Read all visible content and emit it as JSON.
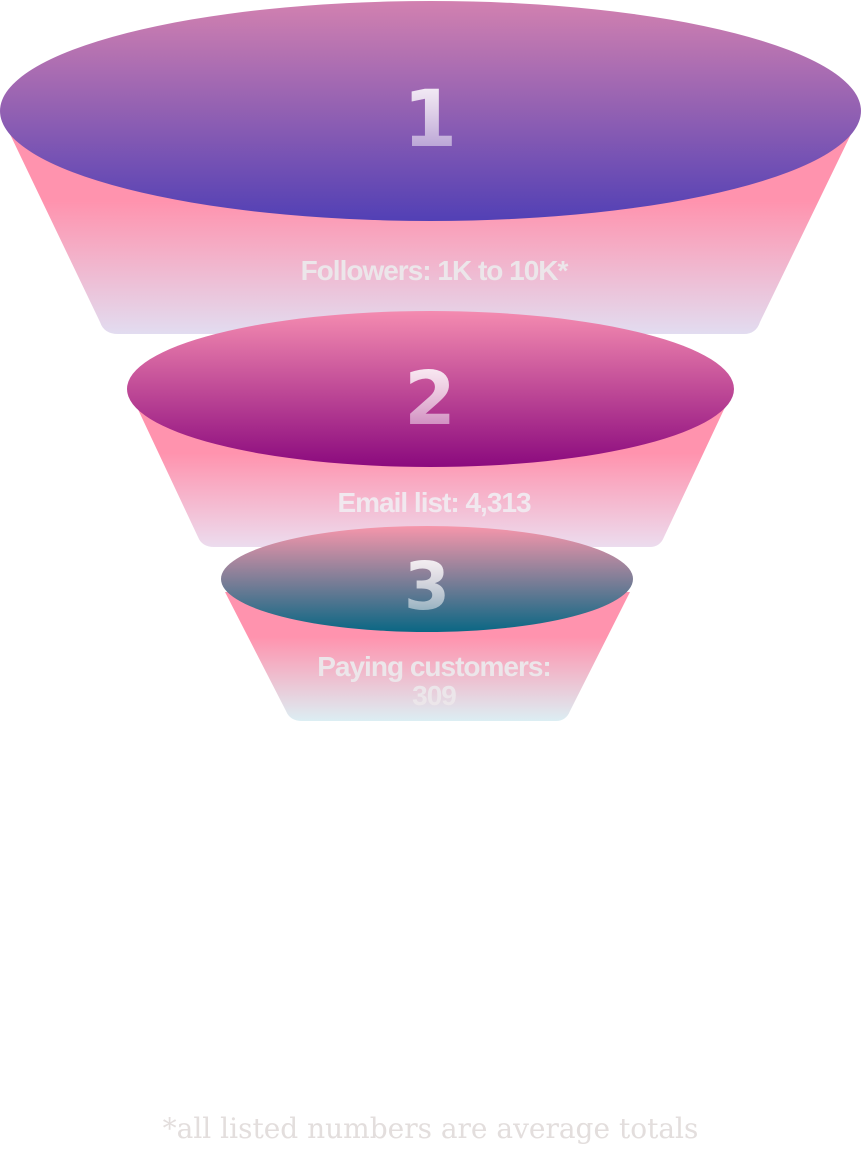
{
  "funnel": {
    "stages": [
      {
        "number": "1",
        "label": "Followers: 1K to 10K*",
        "colors": {
          "top_rim": "#d281b0",
          "top_deep": "#5240b5",
          "body_top": "#ff93ae",
          "body_bottom": "#e2dcf0"
        }
      },
      {
        "number": "2",
        "label": "Email list: 4,313",
        "colors": {
          "top_rim": "#f48bb0",
          "top_deep": "#8b0a7e",
          "body_top": "#ff93ae",
          "body_bottom": "#ecdcee"
        }
      },
      {
        "number": "3",
        "label_lines": [
          "Paying customers:",
          "309"
        ],
        "colors": {
          "top_rim": "#f696ab",
          "top_deep": "#0a6784",
          "body_top": "#ff93ae",
          "body_bottom": "#dceef3"
        }
      }
    ]
  },
  "footnote": "*all listed numbers are average totals"
}
